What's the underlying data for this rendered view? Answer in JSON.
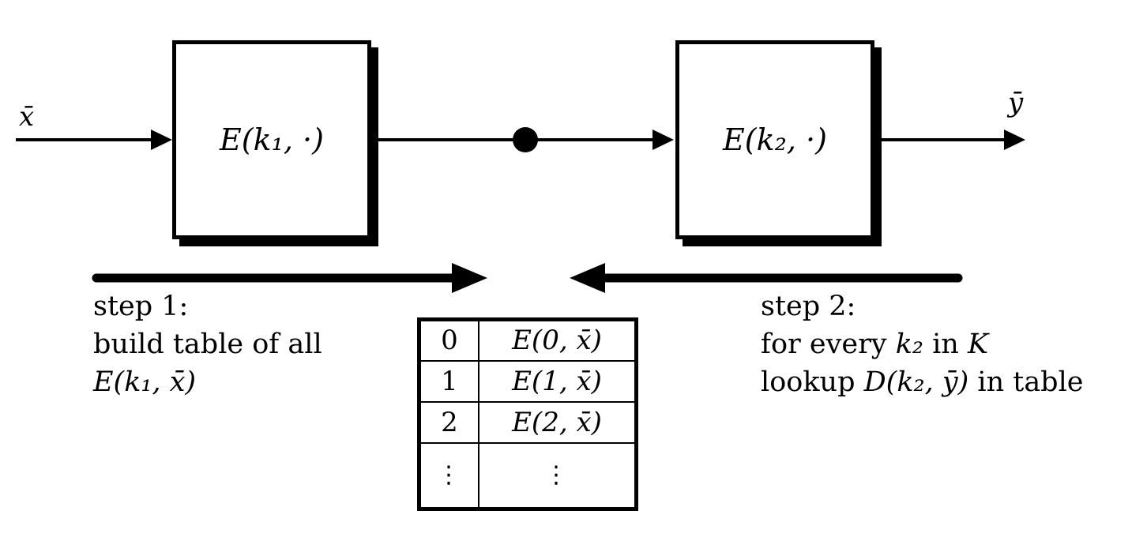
{
  "diagram": {
    "input_label": "x̄",
    "output_label": "ȳ",
    "box1_label": "E(k₁, ·)",
    "box2_label": "E(k₂, ·)"
  },
  "step1": {
    "line1": "step 1:",
    "line2": "build table of all",
    "line3_math": "E(k₁, x̄)"
  },
  "step2": {
    "line1": "step 2:",
    "line2_pre": "for every ",
    "line2_math": "k₂",
    "line2_mid": " in ",
    "line2_set": "K",
    "line3_pre": "lookup ",
    "line3_math": "D(k₂, ȳ)",
    "line3_post": " in table"
  },
  "table": {
    "rows": [
      {
        "key": "0",
        "value": "E(0, x̄)"
      },
      {
        "key": "1",
        "value": "E(1, x̄)"
      },
      {
        "key": "2",
        "value": "E(2, x̄)"
      },
      {
        "key": "⋮",
        "value": "⋮"
      }
    ]
  },
  "colors": {
    "ink": "#000000",
    "background": "#ffffff"
  }
}
